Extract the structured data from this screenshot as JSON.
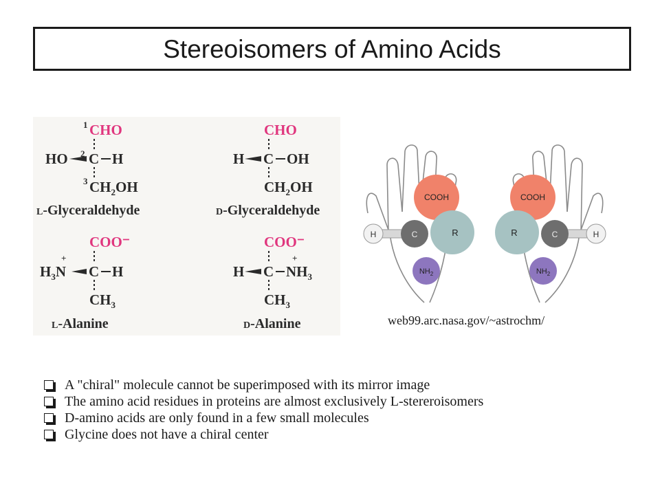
{
  "title": "Stereoisomers of Amino Acids",
  "credit": "web99.arc.nasa.gov/~astrochm/",
  "structures": {
    "l_glyceraldehyde": {
      "top": "CHO",
      "left": "HO",
      "center": "C",
      "right": "H",
      "bottom": "CH2OH",
      "num1": "1",
      "num2": "2",
      "num3": "3",
      "prefix": "L",
      "name": "-Glyceraldehyde"
    },
    "d_glyceraldehyde": {
      "top": "CHO",
      "left": "H",
      "center": "C",
      "right": "OH",
      "bottom": "CH2OH",
      "prefix": "D",
      "name": "-Glyceraldehyde"
    },
    "l_alanine": {
      "top": "COO⁻",
      "left": "H3N",
      "center": "C",
      "right": "H",
      "bottom": "CH3",
      "charge": "+",
      "prefix": "L",
      "name": "-Alanine"
    },
    "d_alanine": {
      "top": "COO⁻",
      "left": "H",
      "center": "C",
      "right": "NH3",
      "bottom": "CH3",
      "charge": "+",
      "prefix": "D",
      "name": "-Alanine"
    }
  },
  "hands_labels": {
    "left": {
      "cooh": "COOH",
      "r": "R",
      "c": "C",
      "h": "H",
      "nh2": "NH",
      "nh2_sub": "2"
    },
    "right": {
      "cooh": "COOH",
      "r": "R",
      "c": "C",
      "h": "H",
      "nh2": "NH",
      "nh2_sub": "2"
    }
  },
  "colors": {
    "carboxyl": "#f0826a",
    "r_group": "#a6c2c2",
    "amino": "#8d76be",
    "carbon": "#6e6e6e",
    "pink": "#e0367e"
  },
  "bullets": [
    "A \"chiral\" molecule cannot be superimposed with its mirror image",
    "The amino acid residues in proteins are almost exclusively L-stereroisomers",
    "D-amino acids are only found in a few small molecules",
    "Glycine does not have a chiral center"
  ],
  "bullet_icon": "hollow-square-bullet-icon"
}
